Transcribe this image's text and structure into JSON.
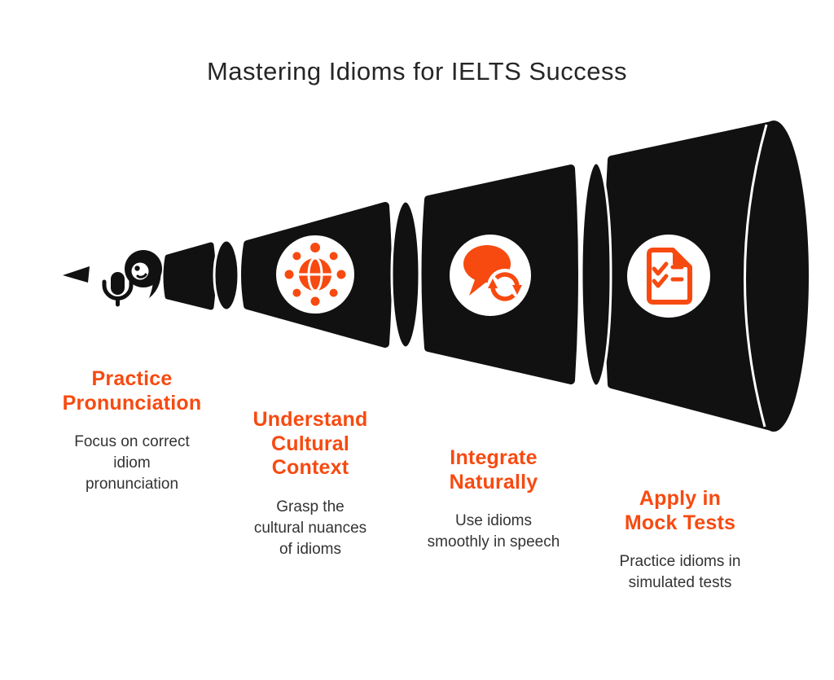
{
  "title": "Mastering Idioms for IELTS Success",
  "colors": {
    "accent_orange": "#f74a10",
    "funnel_black": "#111111",
    "title_text": "#262626",
    "body_text": "#333333",
    "background": "#ffffff"
  },
  "funnel": {
    "type": "megaphone-funnel",
    "direction": "expanding left to right",
    "segment_icons": [
      "speaker-with-microphone-icon",
      "globe-network-icon",
      "chat-refresh-icon",
      "checklist-document-icon"
    ]
  },
  "steps": [
    {
      "title": "Practice\nPronunciation",
      "description": "Focus on correct\nidiom\npronunciation",
      "icon": "speaker-with-microphone-icon"
    },
    {
      "title": "Understand\nCultural\nContext",
      "description": "Grasp the\ncultural nuances\nof idioms",
      "icon": "globe-network-icon"
    },
    {
      "title": "Integrate\nNaturally",
      "description": "Use idioms\nsmoothly in speech",
      "icon": "chat-refresh-icon"
    },
    {
      "title": "Apply in\nMock Tests",
      "description": "Practice idioms in\nsimulated tests",
      "icon": "checklist-document-icon"
    }
  ]
}
